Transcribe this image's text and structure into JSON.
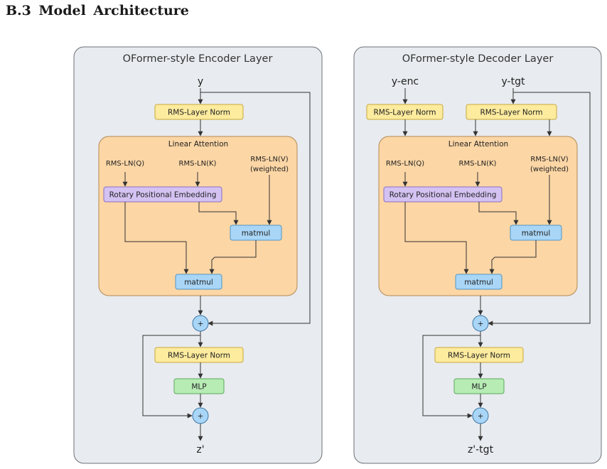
{
  "section_heading": "B.3   Model Architecture",
  "encoder": {
    "title": "OFormer-style Encoder Layer",
    "input": "y",
    "norm1": "RMS-Layer Norm",
    "attention_title": "Linear Attention",
    "q_label": "RMS-LN(Q)",
    "k_label": "RMS-LN(K)",
    "v_label": "RMS-LN(V)",
    "v_sub": "(weighted)",
    "rope": "Rotary Positional Embedding",
    "matmul1": "matmul",
    "matmul2": "matmul",
    "plus1": "+",
    "norm2": "RMS-Layer Norm",
    "mlp": "MLP",
    "plus2": "+",
    "output": "z'"
  },
  "decoder": {
    "title": "OFormer-style Decoder Layer",
    "input_enc": "y-enc",
    "input_tgt": "y-tgt",
    "norm_enc": "RMS-Layer Norm",
    "norm1": "RMS-Layer Norm",
    "attention_title": "Linear Attention",
    "q_label": "RMS-LN(Q)",
    "k_label": "RMS-LN(K)",
    "v_label": "RMS-LN(V)",
    "v_sub": "(weighted)",
    "rope": "Rotary Positional Embedding",
    "matmul1": "matmul",
    "matmul2": "matmul",
    "plus1": "+",
    "norm2": "RMS-Layer Norm",
    "mlp": "MLP",
    "plus2": "+",
    "output": "z'-tgt"
  }
}
